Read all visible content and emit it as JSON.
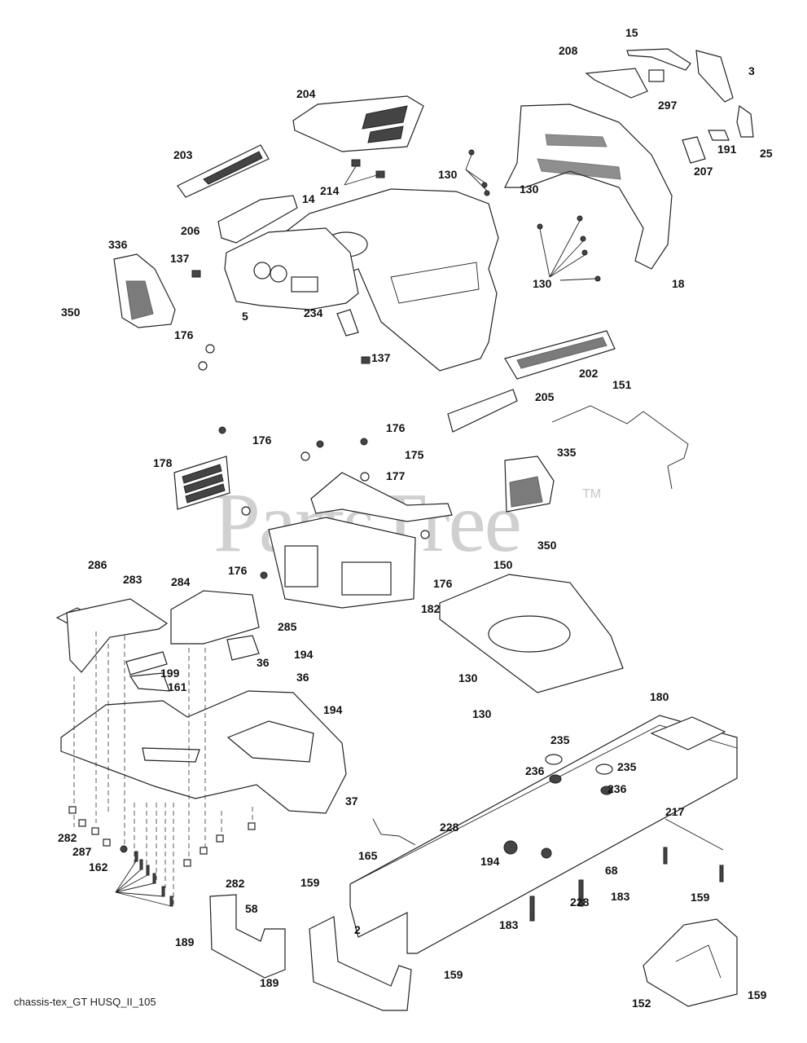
{
  "diagram": {
    "title": "chassis-tex_GT HUSQ_II_105",
    "watermark": "PartsTree",
    "watermark_tm": "TM",
    "callouts": [
      {
        "id": "c15",
        "label": "15"
      },
      {
        "id": "c208",
        "label": "208"
      },
      {
        "id": "c3",
        "label": "3"
      },
      {
        "id": "c297",
        "label": "297"
      },
      {
        "id": "c204",
        "label": "204"
      },
      {
        "id": "c25",
        "label": "25"
      },
      {
        "id": "c191",
        "label": "191"
      },
      {
        "id": "c207",
        "label": "207"
      },
      {
        "id": "c203",
        "label": "203"
      },
      {
        "id": "c214",
        "label": "214"
      },
      {
        "id": "c130a",
        "label": "130"
      },
      {
        "id": "c130b",
        "label": "130"
      },
      {
        "id": "c14",
        "label": "14"
      },
      {
        "id": "c206",
        "label": "206"
      },
      {
        "id": "c130c",
        "label": "130"
      },
      {
        "id": "c18",
        "label": "18"
      },
      {
        "id": "c336",
        "label": "336"
      },
      {
        "id": "c137a",
        "label": "137"
      },
      {
        "id": "c350a",
        "label": "350"
      },
      {
        "id": "c234",
        "label": "234"
      },
      {
        "id": "c5",
        "label": "5"
      },
      {
        "id": "c176a",
        "label": "176"
      },
      {
        "id": "c137b",
        "label": "137"
      },
      {
        "id": "c202",
        "label": "202"
      },
      {
        "id": "c151",
        "label": "151"
      },
      {
        "id": "c205",
        "label": "205"
      },
      {
        "id": "c176b",
        "label": "176"
      },
      {
        "id": "c176c",
        "label": "176"
      },
      {
        "id": "c178",
        "label": "178"
      },
      {
        "id": "c175",
        "label": "175"
      },
      {
        "id": "c177",
        "label": "177"
      },
      {
        "id": "c335",
        "label": "335"
      },
      {
        "id": "c350b",
        "label": "350"
      },
      {
        "id": "c176d",
        "label": "176"
      },
      {
        "id": "c176e",
        "label": "176"
      },
      {
        "id": "c286",
        "label": "286"
      },
      {
        "id": "c283",
        "label": "283"
      },
      {
        "id": "c284",
        "label": "284"
      },
      {
        "id": "c150",
        "label": "150"
      },
      {
        "id": "c182",
        "label": "182"
      },
      {
        "id": "c285",
        "label": "285"
      },
      {
        "id": "c36a",
        "label": "36"
      },
      {
        "id": "c194a",
        "label": "194"
      },
      {
        "id": "c36b",
        "label": "36"
      },
      {
        "id": "c199",
        "label": "199"
      },
      {
        "id": "c161",
        "label": "161"
      },
      {
        "id": "c130d",
        "label": "130"
      },
      {
        "id": "c194b",
        "label": "194"
      },
      {
        "id": "c130e",
        "label": "130"
      },
      {
        "id": "c180",
        "label": "180"
      },
      {
        "id": "c235a",
        "label": "235"
      },
      {
        "id": "c236a",
        "label": "236"
      },
      {
        "id": "c235b",
        "label": "235"
      },
      {
        "id": "c37",
        "label": "37"
      },
      {
        "id": "c236b",
        "label": "236"
      },
      {
        "id": "c217",
        "label": "217"
      },
      {
        "id": "c228a",
        "label": "228"
      },
      {
        "id": "c282a",
        "label": "282"
      },
      {
        "id": "c287",
        "label": "287"
      },
      {
        "id": "c165",
        "label": "165"
      },
      {
        "id": "c194c",
        "label": "194"
      },
      {
        "id": "c68",
        "label": "68"
      },
      {
        "id": "c162",
        "label": "162"
      },
      {
        "id": "c282b",
        "label": "282"
      },
      {
        "id": "c159a",
        "label": "159"
      },
      {
        "id": "c228b",
        "label": "228"
      },
      {
        "id": "c183a",
        "label": "183"
      },
      {
        "id": "c159b",
        "label": "159"
      },
      {
        "id": "c58",
        "label": "58"
      },
      {
        "id": "c2",
        "label": "2"
      },
      {
        "id": "c183b",
        "label": "183"
      },
      {
        "id": "c189a",
        "label": "189"
      },
      {
        "id": "c159c",
        "label": "159"
      },
      {
        "id": "c189b",
        "label": "189"
      },
      {
        "id": "c159d",
        "label": "159"
      },
      {
        "id": "c152",
        "label": "152"
      }
    ]
  }
}
